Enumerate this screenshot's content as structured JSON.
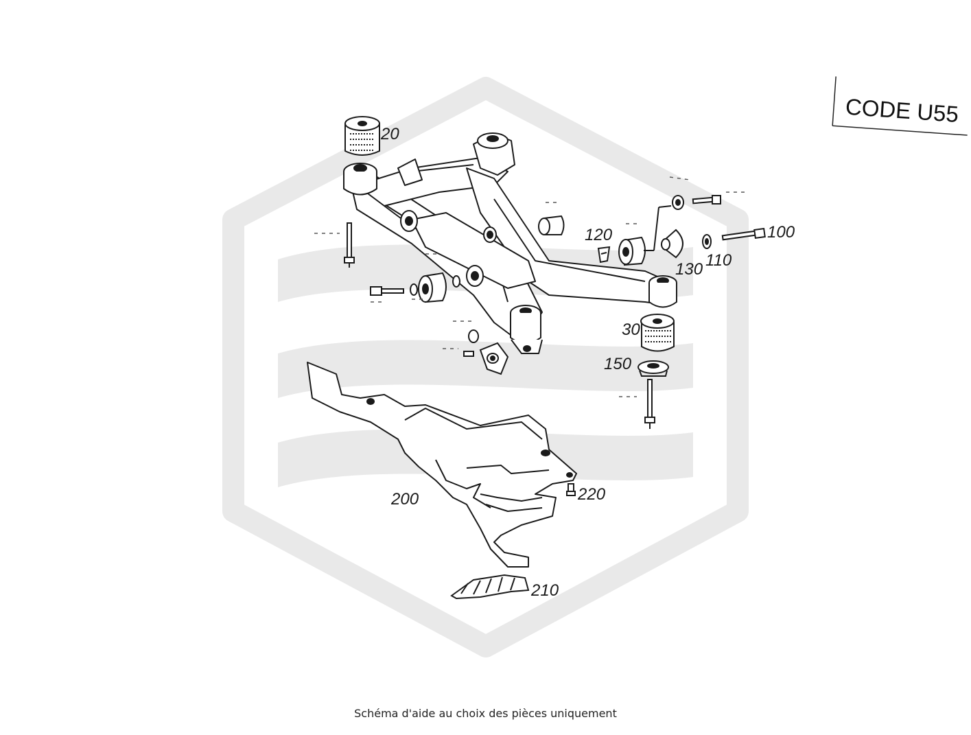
{
  "code_label": "CODE U55",
  "callouts": {
    "p20": "20",
    "p30": "30",
    "p100": "100",
    "p110": "110",
    "p120": "120",
    "p130": "130",
    "p150": "150",
    "p200": "200",
    "p210": "210",
    "p220": "220"
  },
  "caption": "Schéma d'aide au choix des pièces uniquement",
  "colors": {
    "watermark": "#e9e9e9",
    "line": "#1a1a1a"
  }
}
